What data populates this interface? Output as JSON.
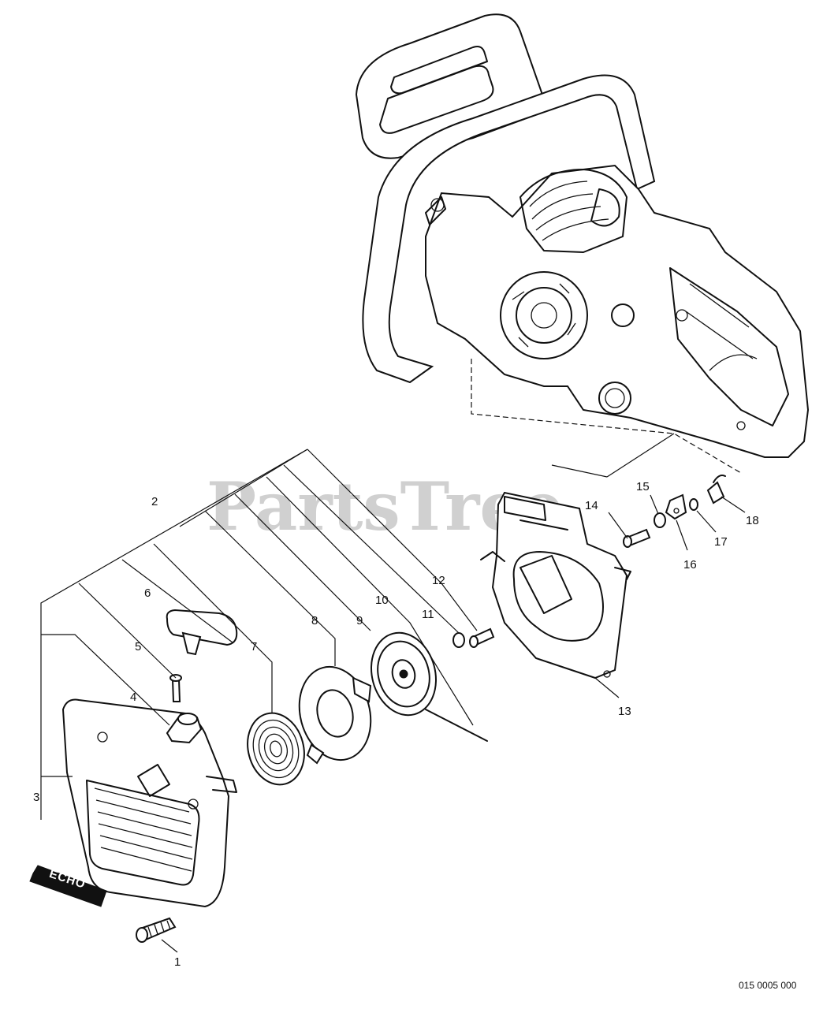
{
  "watermark": "PartsTree",
  "drawing_number": "015 0005 000",
  "logo": "ECHO",
  "callouts": [
    "1",
    "2",
    "3",
    "4",
    "5",
    "6",
    "7",
    "8",
    "9",
    "10",
    "11",
    "12",
    "13",
    "14",
    "15",
    "16",
    "17",
    "18"
  ]
}
